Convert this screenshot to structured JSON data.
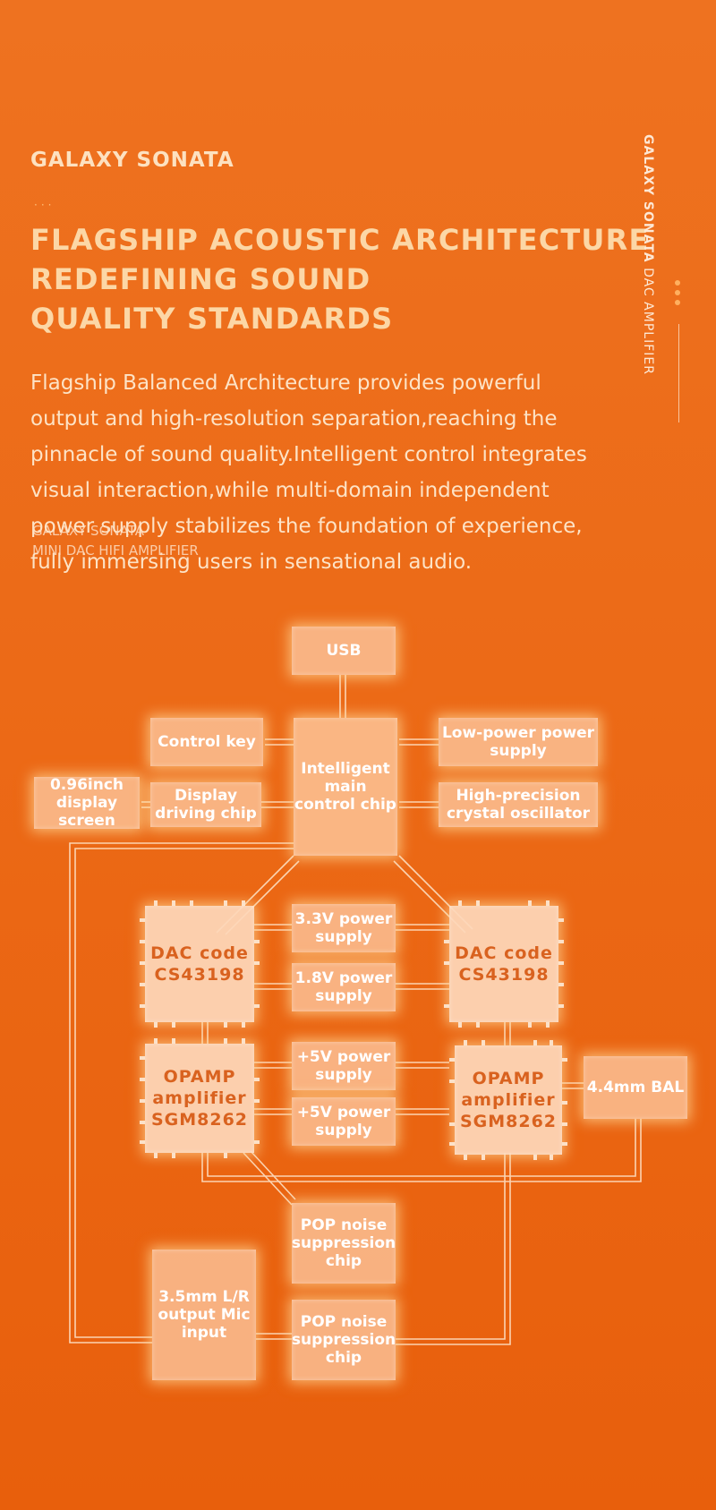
{
  "brand": "GALAXY SONATA",
  "dots": "···",
  "headline": [
    "FLAGSHIP ACOUSTIC ARCHITECTURE",
    "REDEFINING SOUND",
    "QUALITY STANDARDS"
  ],
  "description": [
    "Flagship Balanced Architecture provides powerful",
    "output and high-resolution separation,reaching the",
    "pinnacle of sound quality.Intelligent control integrates",
    "visual interaction,while multi-domain independent",
    "power supply stabilizes the foundation of experience,",
    "fully immersing users in sensational audio."
  ],
  "ghost_text": [
    "GALAXY SONATA",
    "MINI DAC HIFI AMPLIFIER"
  ],
  "side": {
    "brand": "GALAXY SONATA",
    "subtitle": "DAC AMPLIFIER"
  },
  "diagram": {
    "usb": "USB",
    "control_key": "Control key",
    "main_chip": "Intelligent main control chip",
    "low_power": "Low-power power supply",
    "display_screen": "0.96inch display screen",
    "display_chip": "Display driving chip",
    "oscillator": "High-precision crystal oscillator",
    "dac_left": "DAC code CS43198",
    "dac_right": "DAC code CS43198",
    "power_33": "3.3V power supply",
    "power_18": "1.8V power supply",
    "opamp_left": "OPAMP amplifier SGM8262",
    "opamp_right": "OPAMP amplifier SGM8262",
    "power_5v_a": "+5V power supply",
    "power_5v_b": "+5V power supply",
    "bal": "4.4mm BAL",
    "pop_a": "POP noise suppression chip",
    "pop_b": "POP noise suppression chip",
    "output_35": "3.5mm L/R output Mic input"
  }
}
